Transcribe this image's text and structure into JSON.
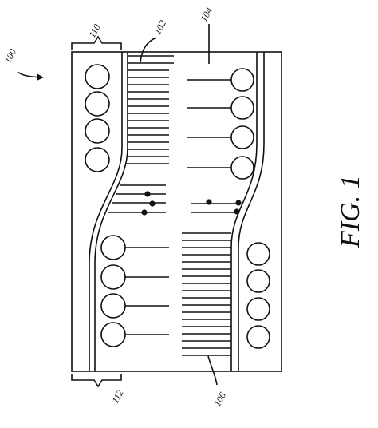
{
  "figure": {
    "caption": "FIG. 1"
  },
  "labels": {
    "device": "100",
    "membrane_top": "110",
    "membrane_bottom": "112",
    "region_top_right": "104",
    "lines_top": "102",
    "lines_bottom": "106"
  },
  "colors": {
    "ink": "#111111",
    "paper": "#ffffff"
  }
}
